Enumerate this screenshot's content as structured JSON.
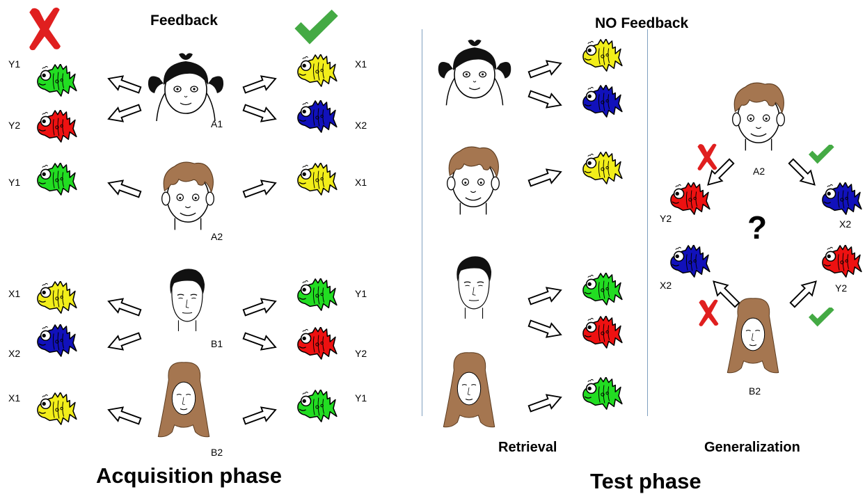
{
  "colors": {
    "green": "#22dd22",
    "red": "#ee1111",
    "yellow": "#f2ee1a",
    "blue": "#1111bb",
    "hair_brown": "#a57650",
    "hair_black": "#111111",
    "check": "#44aa44",
    "cross": "#e01f1f",
    "divider": "#7f9fbf"
  },
  "acquisition": {
    "heading": "Feedback",
    "phase_label": "Acquisition phase",
    "rows": [
      {
        "face": "A1",
        "face_label": "A1",
        "left": [
          "Y1",
          "Y2"
        ],
        "right": [
          "X1",
          "X2"
        ]
      },
      {
        "face": "A2",
        "face_label": "A2",
        "left": [
          "Y1"
        ],
        "right": [
          "X1"
        ]
      },
      {
        "face": "B1",
        "face_label": "B1",
        "left": [
          "X1",
          "X2"
        ],
        "right": [
          "Y1",
          "Y2"
        ]
      },
      {
        "face": "B2",
        "face_label": "B2",
        "left": [
          "X1"
        ],
        "right": [
          "Y1"
        ]
      }
    ]
  },
  "test": {
    "heading": "NO Feedback",
    "phase_label": "Test phase",
    "retrieval": {
      "label": "Retrieval"
    },
    "generalization": {
      "label": "Generalization",
      "question": "?",
      "face_labels": [
        "A2",
        "B2"
      ],
      "fish_labels": [
        "Y2",
        "X2",
        "X2",
        "Y2"
      ]
    }
  }
}
